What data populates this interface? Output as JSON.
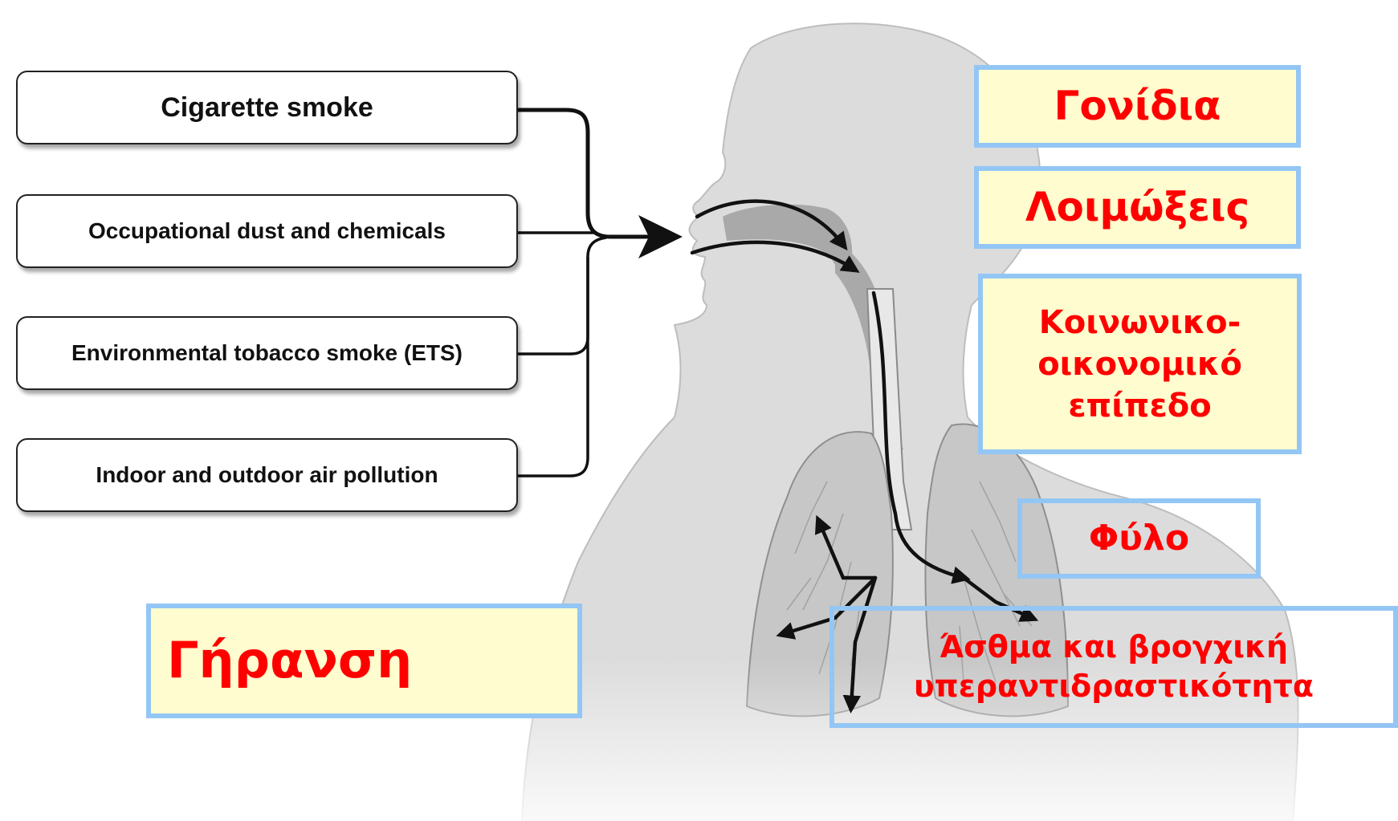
{
  "exposure_sources": [
    {
      "label": "Cigarette smoke"
    },
    {
      "label": "Occupational dust and chemicals"
    },
    {
      "label": "Environmental tobacco smoke (ETS)"
    },
    {
      "label": "Indoor and outdoor air pollution"
    }
  ],
  "risk_factors": {
    "genes": "Γονίδια",
    "infections": "Λοιμώξεις",
    "socioeconomic_line1": "Κοινωνικο-",
    "socioeconomic_line2": "οικονομικό",
    "socioeconomic_line3": "επίπεδο",
    "sex": "Φύλο",
    "aging": "Γήρανση",
    "asthma_line1": "Άσθμα και βρογχική",
    "asthma_line2": "υπεραντιδραστικότητα"
  },
  "colors": {
    "label_text": "#ff0000",
    "label_fill": "#fffccf",
    "label_border": "#93c6f4",
    "silhouette": "#dcdcdc",
    "airway": "#a9a9a9"
  }
}
